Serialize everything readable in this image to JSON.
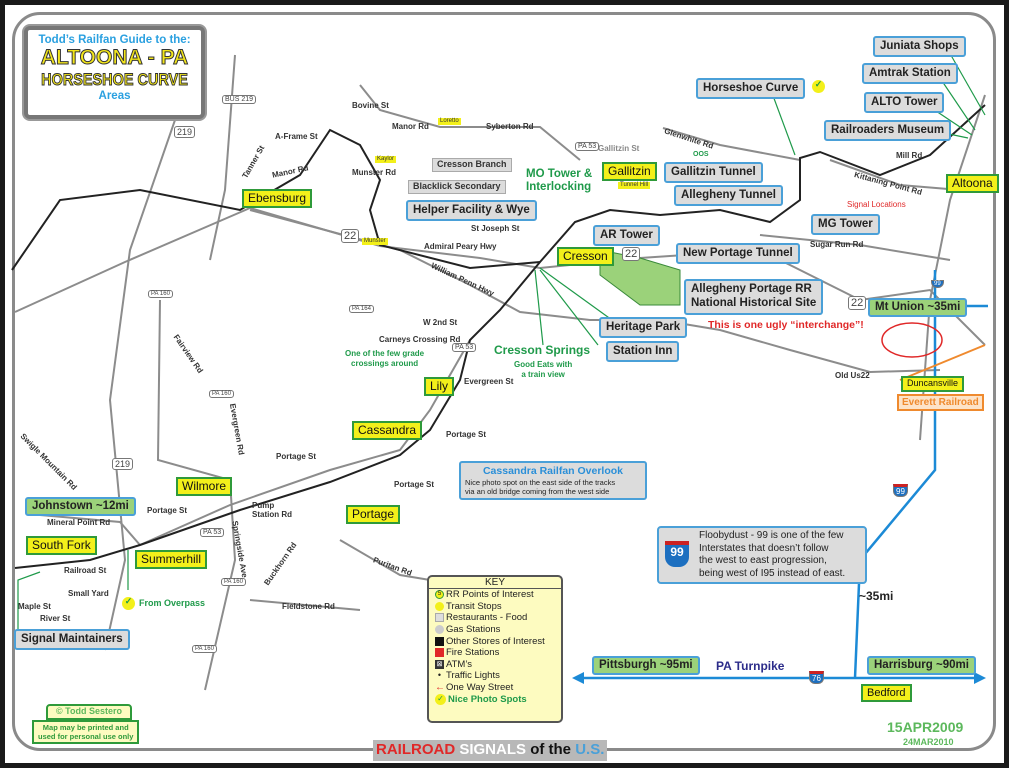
{
  "title": {
    "line1": "Todd’s Railfan Guide to the:",
    "line2": "ALTOONA - PA",
    "line3": "HORSESHOE CURVE",
    "line4": "Areas"
  },
  "cities": [
    "Ebensburg",
    "Gallitzin",
    "Cresson",
    "Lily",
    "Cassandra",
    "Wilmore",
    "Portage",
    "South Fork",
    "Summerhill",
    "Altoona",
    "Duncansville",
    "Bedford"
  ],
  "transit_stops": [
    "Loretto",
    "Kaylor",
    "Munster",
    "Tunnel Hill"
  ],
  "points_of_interest": [
    "Juniata Shops",
    "Amtrak Station",
    "ALTO Tower",
    "Railroaders Museum",
    "Horseshoe Curve",
    "Gallitzin Tunnel",
    "Allegheny Tunnel",
    "MG Tower",
    "AR Tower",
    "New Portage Tunnel",
    "Helper Facility & Wye",
    "Heritage Park",
    "Station Inn",
    "Allegheny Portage RR",
    "National Historical Site",
    "Signal Maintainers"
  ],
  "rail_lines": [
    "Cresson Branch",
    "Blacklick Secondary"
  ],
  "distances": [
    "Johnstown ~12mi",
    "Mt Union ~35mi",
    "Pittsburgh ~95mi",
    "Harrisburg ~90mi",
    "~35mi"
  ],
  "streets": [
    "Bovine St",
    "Manor Rd",
    "Syberton Rd",
    "Gallitzin St",
    "A-Frame St",
    "Tanner St",
    "Manor Rd",
    "Munster Rd",
    "Admiral Peary Hwy",
    "St Joseph St",
    "William Penn Hwy",
    "W 2nd St",
    "Carneys Crossing Rd",
    "Evergreen St",
    "Portage St",
    "Portage St",
    "Portage St",
    "Portage St",
    "Pump Station Rd",
    "Mineral Point Rd",
    "Railroad St",
    "Small Yard",
    "Maple St",
    "River St",
    "Fairview Rd",
    "Evergreen Rd",
    "Springside Ave",
    "Buckhorn Rd",
    "Puritan Rd",
    "Fieldstone Rd",
    "Swigle Mountain Rd",
    "Glenwhite Rd",
    "Mill Rd",
    "Kittaning Point Rd",
    "Sugar Run Rd",
    "Old Us22"
  ],
  "shields": [
    "BUS 219",
    "219",
    "219",
    "22",
    "22",
    "22",
    "PA 53",
    "PA 53",
    "PA 53",
    "PA 160",
    "PA 160",
    "PA 160",
    "PA 160",
    "PA 164",
    "99",
    "99",
    "76",
    "99"
  ],
  "notes": {
    "mo_tower": "MO Tower &",
    "mo_tower2": "Interlocking",
    "oos": "OOS",
    "cresson_springs": "Cresson Springs",
    "good_eats": "Good Eats with",
    "good_eats2": "a train view",
    "grade1": "One of the few grade",
    "grade2": "crossings around",
    "from_overpass": "From Overpass",
    "signal_locations": "Signal Locations",
    "interchange": "This is one ugly “interchange”!",
    "everett": "Everett Railroad",
    "overlook_title": "Cassandra Railfan Overlook",
    "overlook1": "Nice photo spot on the east side of the tracks",
    "overlook2": "via an old bridge coming from the west side",
    "flooby1": "Floobydust - 99 is one of the few",
    "flooby2": "Interstates that doesn’t follow",
    "flooby3": "the west to east progression,",
    "flooby4": "being west of I95 instead of east.",
    "turnpike": "PA Turnpike"
  },
  "key": {
    "title": "KEY",
    "items": [
      "RR Points of Interest",
      "Transit Stops",
      "Restaurants - Food",
      "Gas Stations",
      "Other Stores of Interest",
      "Fire Stations",
      "ATM’s",
      "Traffic Lights",
      "One Way Street",
      "Nice Photo Spots"
    ],
    "poi_number": "5"
  },
  "credits": {
    "copyright": "Todd Sestero",
    "note1": "Map may be printed and",
    "note2": "used for personal use only",
    "date1": "15APR2009",
    "date2": "24MAR2010"
  },
  "footer": {
    "w1": "RAILROAD",
    "w2": "SIGNALS",
    "w3": "of the",
    "w4": "U.S."
  },
  "colors": {
    "city": "#f3f01a",
    "poi_border": "#4aa0d8",
    "park": "#9bd27a",
    "rail": "#222222",
    "interstate": "#1c8ad6",
    "everett": "#ef8a2e"
  }
}
